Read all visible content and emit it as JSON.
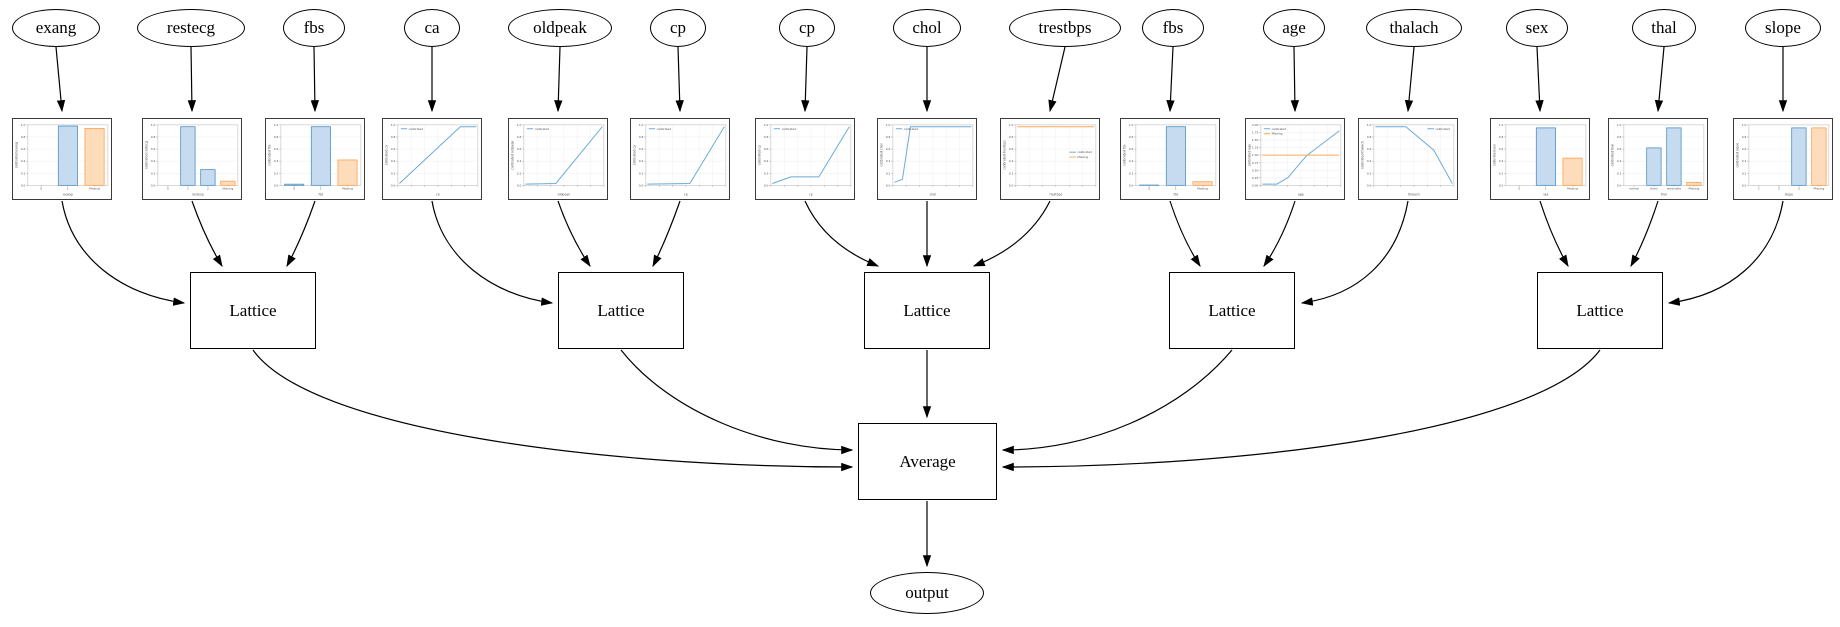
{
  "colors": {
    "node_border": "#000000",
    "edge": "#000000",
    "text": "#000000",
    "chart_border": "#3a3a3a",
    "axis_text": "#555555",
    "spine": "#c9c9c9",
    "grid": "#ececec",
    "bar_blue_fill": "#c6dbef",
    "bar_blue_edge": "#4a90c4",
    "bar_orange_fill": "#fddcbb",
    "bar_orange_edge": "#ff9e4c",
    "line_blue": "#6aaad8",
    "line_orange": "#ffa85c"
  },
  "diagram": {
    "average_label": "Average",
    "output_label": "output",
    "lattice_label": "Lattice",
    "lattices": [
      {
        "label": "Lattice",
        "inputs": [
          0,
          1,
          2
        ]
      },
      {
        "label": "Lattice",
        "inputs": [
          3,
          4,
          5
        ]
      },
      {
        "label": "Lattice",
        "inputs": [
          6,
          7,
          8
        ]
      },
      {
        "label": "Lattice",
        "inputs": [
          9,
          10,
          11
        ]
      },
      {
        "label": "Lattice",
        "inputs": [
          12,
          13,
          14
        ]
      }
    ],
    "features": [
      {
        "label": "exang",
        "chart": {
          "type": "bar",
          "xlabel": "exang",
          "ylabel": "calibrated exang",
          "y_ticks": [
            "1.0",
            "0.8",
            "0.6",
            "0.4",
            "0.2",
            "0.0"
          ],
          "categories": [
            "0",
            "1",
            "Missing"
          ],
          "values": [
            0,
            0.98,
            0.94
          ],
          "bar_colors": [
            "blue",
            "blue",
            "orange"
          ]
        }
      },
      {
        "label": "restecg",
        "chart": {
          "type": "bar",
          "xlabel": "restecg",
          "ylabel": "calibrated restecg",
          "y_ticks": [
            "1.0",
            "0.8",
            "0.6",
            "0.4",
            "0.2",
            "0.0"
          ],
          "categories": [
            "0",
            "1",
            "2",
            "Missing"
          ],
          "values": [
            0,
            0.97,
            0.26,
            0.07
          ],
          "bar_colors": [
            "blue",
            "blue",
            "blue",
            "orange"
          ]
        }
      },
      {
        "label": "fbs",
        "chart": {
          "type": "bar",
          "xlabel": "fbs",
          "ylabel": "calibrated fbs",
          "y_ticks": [
            "1.0",
            "0.8",
            "0.6",
            "0.4",
            "0.2",
            "0.0"
          ],
          "categories": [
            "0",
            "1",
            "Missing"
          ],
          "values": [
            0.02,
            0.97,
            0.42
          ],
          "bar_colors": [
            "blue",
            "blue",
            "orange"
          ]
        }
      },
      {
        "label": "ca",
        "chart": {
          "type": "line",
          "xlabel": "ca",
          "ylabel": "calibrated ca",
          "y_ticks": [
            "1.0",
            "0.8",
            "0.6",
            "0.4",
            "0.2",
            "0.0"
          ],
          "legend_pos": "tl",
          "legend": [
            {
              "label": "calibrated",
              "color": "blue"
            }
          ],
          "series": [
            {
              "name": "calibrated",
              "color": "blue",
              "points": [
                [
                  0.02,
                  0.03
                ],
                [
                  0.78,
                  0.97
                ],
                [
                  0.98,
                  0.97
                ]
              ]
            }
          ]
        }
      },
      {
        "label": "oldpeak",
        "chart": {
          "type": "line",
          "xlabel": "oldpeak",
          "ylabel": "calibrated oldpeak",
          "y_ticks": [
            "1.0",
            "0.8",
            "0.6",
            "0.4",
            "0.2",
            "0.0"
          ],
          "legend_pos": "tl",
          "legend": [
            {
              "label": "calibrated",
              "color": "blue"
            }
          ],
          "series": [
            {
              "name": "calibrated",
              "color": "blue",
              "points": [
                [
                  0.02,
                  0.02
                ],
                [
                  0.4,
                  0.03
                ],
                [
                  0.98,
                  0.97
                ]
              ]
            }
          ]
        }
      },
      {
        "label": "cp",
        "chart": {
          "type": "line",
          "xlabel": "cp",
          "ylabel": "calibrated cp",
          "y_ticks": [
            "1.0",
            "0.8",
            "0.6",
            "0.4",
            "0.2",
            "0.0"
          ],
          "legend_pos": "tl",
          "legend": [
            {
              "label": "calibrated",
              "color": "blue"
            }
          ],
          "series": [
            {
              "name": "calibrated",
              "color": "blue",
              "points": [
                [
                  0.02,
                  0.02
                ],
                [
                  0.55,
                  0.03
                ],
                [
                  0.98,
                  0.97
                ]
              ]
            }
          ]
        }
      },
      {
        "label": "cp",
        "chart": {
          "type": "line",
          "xlabel": "cp",
          "ylabel": "calibrated cp",
          "y_ticks": [
            "1.0",
            "0.8",
            "0.6",
            "0.4",
            "0.2",
            "0.0"
          ],
          "legend_pos": "tl",
          "legend": [
            {
              "label": "calibrated",
              "color": "blue"
            }
          ],
          "series": [
            {
              "name": "calibrated",
              "color": "blue",
              "points": [
                [
                  0.02,
                  0.03
                ],
                [
                  0.25,
                  0.14
                ],
                [
                  0.6,
                  0.14
                ],
                [
                  0.98,
                  0.97
                ]
              ]
            }
          ]
        }
      },
      {
        "label": "chol",
        "chart": {
          "type": "line",
          "xlabel": "chol",
          "ylabel": "calibrated chol",
          "y_ticks": [
            "1.0",
            "0.8",
            "0.6",
            "0.4",
            "0.2",
            "0.0"
          ],
          "legend_pos": "tl",
          "legend": [
            {
              "label": "calibrated",
              "color": "blue"
            }
          ],
          "series": [
            {
              "name": "calibrated",
              "color": "blue",
              "points": [
                [
                  0.02,
                  0.05
                ],
                [
                  0.12,
                  0.1
                ],
                [
                  0.22,
                  0.97
                ],
                [
                  0.98,
                  0.97
                ]
              ]
            }
          ]
        }
      },
      {
        "label": "trestbps",
        "chart": {
          "type": "line",
          "xlabel": "trestbps",
          "ylabel": "calibrated trestbps",
          "y_ticks": [
            "1.0",
            "0.8",
            "0.6",
            "0.4",
            "0.2",
            "0.0"
          ],
          "legend_pos": "mr",
          "legend": [
            {
              "label": "calibrated",
              "color": "blue"
            },
            {
              "label": "Missing",
              "color": "orange"
            }
          ],
          "series": [
            {
              "name": "Missing",
              "color": "orange",
              "points": [
                [
                  0.02,
                  0.97
                ],
                [
                  0.98,
                  0.97
                ]
              ]
            }
          ]
        }
      },
      {
        "label": "fbs",
        "chart": {
          "type": "bar",
          "xlabel": "fbs",
          "ylabel": "calibrated fbs",
          "y_ticks": [
            "1.0",
            "0.8",
            "0.6",
            "0.4",
            "0.2",
            "0.0"
          ],
          "categories": [
            "0",
            "1",
            "Missing"
          ],
          "values": [
            0.005,
            0.97,
            0.06
          ],
          "bar_colors": [
            "blue",
            "blue",
            "orange"
          ]
        }
      },
      {
        "label": "age",
        "chart": {
          "type": "line",
          "xlabel": "age",
          "ylabel": "calibrated age",
          "y_ticks": [
            "2.00",
            "1.75",
            "1.50",
            "1.25",
            "1.00",
            "0.75",
            "0.50",
            "0.25",
            "0.00"
          ],
          "legend_pos": "tl",
          "legend": [
            {
              "label": "calibrated",
              "color": "blue"
            },
            {
              "label": "Missing",
              "color": "orange"
            }
          ],
          "series": [
            {
              "name": "calibrated",
              "color": "blue",
              "points": [
                [
                  0.02,
                  0.02
                ],
                [
                  0.2,
                  0.02
                ],
                [
                  0.34,
                  0.13
                ],
                [
                  0.5,
                  0.38
                ],
                [
                  0.58,
                  0.5
                ],
                [
                  0.78,
                  0.7
                ],
                [
                  0.98,
                  0.9
                ]
              ]
            },
            {
              "name": "Missing",
              "color": "orange",
              "points": [
                [
                  0.02,
                  0.5
                ],
                [
                  0.98,
                  0.5
                ]
              ]
            }
          ]
        }
      },
      {
        "label": "thalach",
        "chart": {
          "type": "line",
          "xlabel": "thalach",
          "ylabel": "calibrated thalach",
          "y_ticks": [
            "1.0",
            "0.8",
            "0.6",
            "0.4",
            "0.2",
            "0.0"
          ],
          "legend_pos": "tr",
          "legend": [
            {
              "label": "calibrated",
              "color": "blue"
            }
          ],
          "series": [
            {
              "name": "calibrated",
              "color": "blue",
              "points": [
                [
                  0.02,
                  0.97
                ],
                [
                  0.4,
                  0.97
                ],
                [
                  0.75,
                  0.58
                ],
                [
                  0.98,
                  0.03
                ]
              ]
            }
          ]
        }
      },
      {
        "label": "sex",
        "chart": {
          "type": "bar",
          "xlabel": "sex",
          "ylabel": "calibrated sex",
          "y_ticks": [
            "1.0",
            "0.8",
            "0.6",
            "0.4",
            "0.2",
            "0.0"
          ],
          "categories": [
            "0",
            "1",
            "Missing"
          ],
          "values": [
            0,
            0.95,
            0.45
          ],
          "bar_colors": [
            "blue",
            "blue",
            "orange"
          ]
        }
      },
      {
        "label": "thal",
        "chart": {
          "type": "bar",
          "xlabel": "thal",
          "ylabel": "calibrated thal",
          "y_ticks": [
            "1.0",
            "0.8",
            "0.6",
            "0.4",
            "0.2",
            "0.0"
          ],
          "categories": [
            "normal",
            "fixed",
            "reversible",
            "Missing"
          ],
          "values": [
            0,
            0.62,
            0.95,
            0.05
          ],
          "bar_colors": [
            "blue",
            "blue",
            "blue",
            "orange"
          ]
        }
      },
      {
        "label": "slope",
        "chart": {
          "type": "bar",
          "xlabel": "slope",
          "ylabel": "calibrated slope",
          "y_ticks": [
            "1.0",
            "0.8",
            "0.6",
            "0.4",
            "0.2",
            "0.0"
          ],
          "categories": [
            "1",
            "2",
            "3",
            "Missing"
          ],
          "values": [
            0,
            0,
            0.95,
            0.95
          ],
          "bar_colors": [
            "blue",
            "blue",
            "blue",
            "orange"
          ]
        }
      }
    ]
  }
}
